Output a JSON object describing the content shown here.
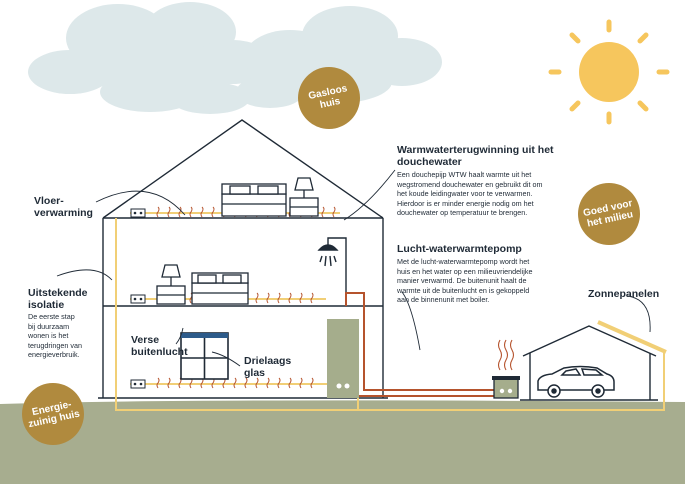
{
  "colors": {
    "accent": "#b08a3e",
    "ground": "#a7ad8f",
    "sky_clouds": "#dde8ea",
    "sun": "#f6c65d",
    "heating_pipe": "#f1cf76",
    "hot_pipe": "#b5532d",
    "line": "#1f2a36",
    "boiler": "#a5ad8c"
  },
  "badges": {
    "gasloos": [
      "Gasloos",
      "huis"
    ],
    "milieu": [
      "Goed voor",
      "het milieu"
    ],
    "energie": [
      "Energie-",
      "zuinig huis"
    ]
  },
  "labels": {
    "vloerverwarming": [
      "Vloer-",
      "verwarming"
    ],
    "isolatie_title": [
      "Uitstekende",
      "isolatie"
    ],
    "isolatie_body": [
      "De eerste stap",
      "bij duurzaam",
      "wonen is het",
      "terugdringen van",
      "energieverbruik."
    ],
    "verse_buitenlucht": [
      "Verse",
      "buitenlucht"
    ],
    "drielaags_glas": [
      "Drielaags",
      "glas"
    ],
    "wtw_title": [
      "Warmwaterterugwinning uit het",
      "douchewater"
    ],
    "wtw_body": [
      "Een douchepijp WTW haalt warmte uit het",
      "wegstromend douchewater en gebruikt dit om",
      "het koude leidingwater voor te verwarmen.",
      "Hierdoor is er minder energie nodig om het",
      "douchewater op temperatuur te brengen."
    ],
    "warmtepomp_title": [
      "Lucht-waterwarmtepomp"
    ],
    "warmtepomp_body": [
      "Met de lucht-waterwarmtepomp wordt het",
      "huis en het water op een milieuvriendelijke",
      "manier verwarmd. De buitenunit haalt de",
      "warmte uit de buitenlucht en is gekoppeld",
      "aan de binnenunit met boiler."
    ],
    "zonnepanelen": [
      "Zonnepanelen"
    ]
  }
}
